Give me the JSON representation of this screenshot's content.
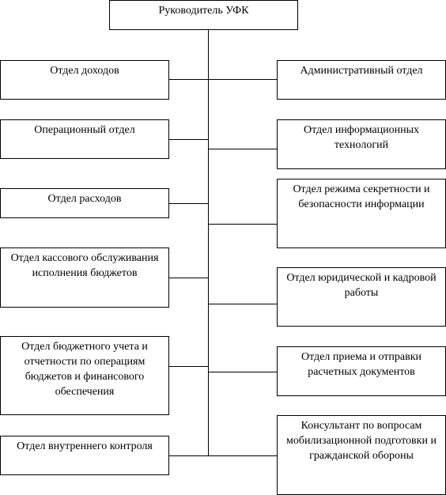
{
  "head": "Руководитель УФК",
  "left": [
    "Отдел доходов",
    "Операционный отдел",
    "Отдел расходов",
    "Отдел кассового обслуживания исполнения бюджетов",
    "Отдел бюджетного учета и отчетности по операциям бюджетов и финансового обеспечения",
    "Отдел внутреннего контроля"
  ],
  "right": [
    "Административный отдел",
    "Отдел информационных технологий",
    "Отдел режима секретности и безопасности информации",
    "Отдел юридической и кадровой работы",
    "Отдел приема и отправки расчетных документов",
    "Консультант по вопросам мобилизационной подготовки и гражданской обороны"
  ]
}
